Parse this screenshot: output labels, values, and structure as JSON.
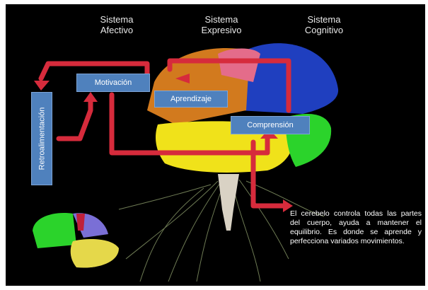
{
  "headers": {
    "afectivo": [
      "Sistema",
      "Afectivo"
    ],
    "expresivo": [
      "Sistema",
      "Expresivo"
    ],
    "cognitivo": [
      "Sistema",
      "Cognitivo"
    ]
  },
  "nodes": {
    "retroalimentacion": "Retroalimentación",
    "motivacion": "Motivación",
    "aprendizaje": "Aprendizaje",
    "comprension": "Comprensión"
  },
  "note": "El cerebelo controla todas las partes del cuerpo, ayuda a mantener el equilibrio. Es donde se aprende y perfecciona variados movimientos.",
  "colors": {
    "arrow": "#d62b3c",
    "node": "#4f81bd",
    "frontal_blue": "#1f3fbf",
    "parietal_orange": "#d27a1e",
    "temporal_yellow": "#f0e21a",
    "occipital_green": "#2bd32b"
  }
}
